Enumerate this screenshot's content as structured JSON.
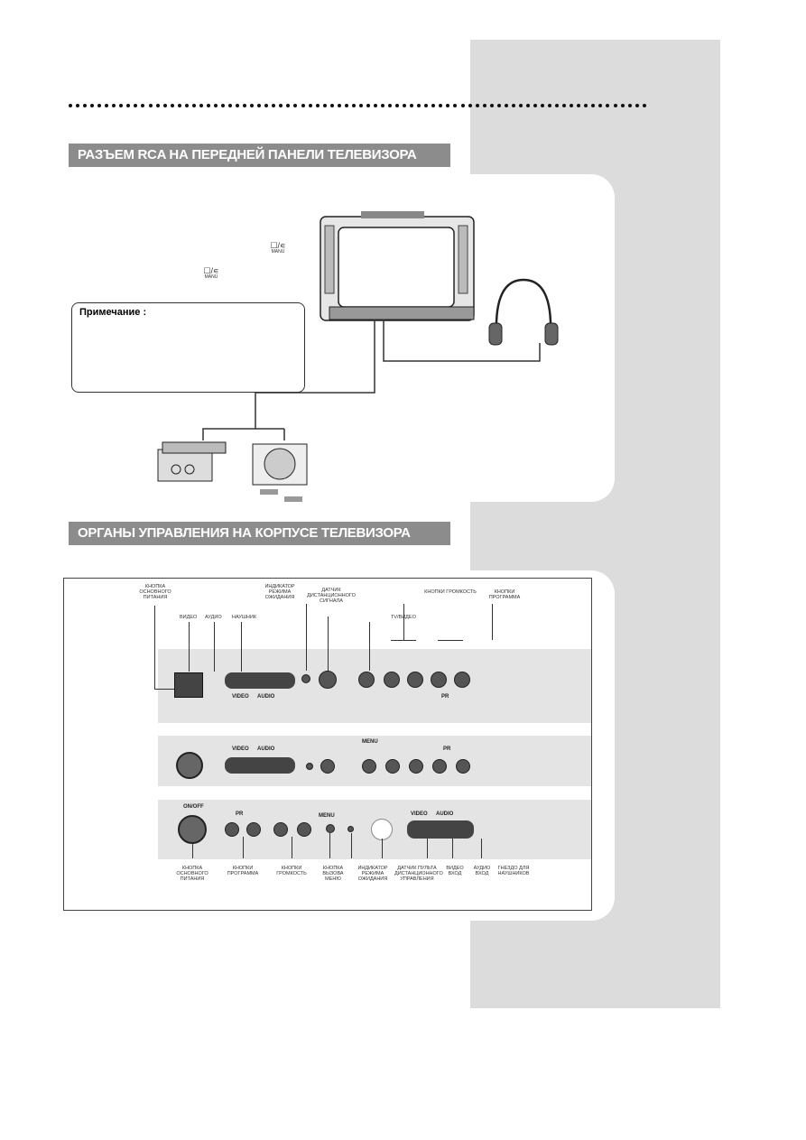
{
  "section1": {
    "title": "РАЗЪЕМ RCA НА ПЕРЕДНЕЙ ПАНЕЛИ ТЕЛЕВИЗОРА",
    "note_label": "Примечание :",
    "menu_symbol_1": "☐/∊",
    "menu_symbol_1_sub": "MANU",
    "menu_symbol_2": "☐/∊",
    "menu_symbol_2_sub": "MANU"
  },
  "section2": {
    "title": "ОРГАНЫ УПРАВЛЕНИЯ НА КОРПУСЕ ТЕЛЕВИЗОРА",
    "top_labels": {
      "main_power": "КНОПКА ОСНОВНОГО ПИТАНИЯ",
      "video": "ВИДЕО",
      "audio": "АУДИО",
      "headphones": "НАУШНИК",
      "standby_indicator": "ИНДИКАТОР РЕЖИМА ОЖИДАНИЯ",
      "remote_sensor": "ДАТЧИК ДИСТАНЦИОННОГО СИГНАЛА",
      "tv_video": "TV/ВИДЕО",
      "volume_buttons": "КНОПКИ ГРОМКОСТЬ",
      "program_buttons": "КНОПКИ ПРОГРАММА"
    },
    "panel_text": {
      "video": "VIDEO",
      "audio": "AUDIO",
      "pr": "PR",
      "menu": "MENU",
      "on_off": "ON/OFF"
    },
    "bottom_labels": {
      "power_button": "КНОПКА ОСНОВНОГО ПИТАНИЯ",
      "program_buttons": "КНОПКИ ПРОГРАММА",
      "volume_buttons": "КНОПКИ ГРОМКОСТЬ",
      "menu_button": "КНОПКА ВЫЗОВА МЕНЮ",
      "standby_indicator": "ИНДИКАТОР РЕЖИМА ОЖИДАНИЯ",
      "remote_sensor": "ДАТЧИК ПУЛЬТА ДИСТАНЦИОННОГО УПРАВЛЕНИЯ",
      "video_in": "ВИДЕО ВХОД",
      "audio_in": "АУДИО ВХОД",
      "headphone_jack": "ГНЕЗДО ДЛЯ НАУШНИКОВ"
    }
  }
}
